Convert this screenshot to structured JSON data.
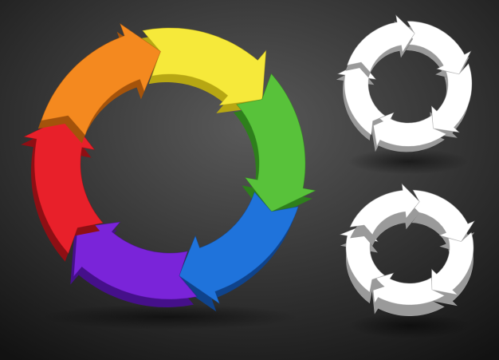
{
  "background": {
    "center_color": "#5a5a5a",
    "edge_color": "#121212",
    "floor_color": "#3a3a3a"
  },
  "large_cycle": {
    "segments": [
      {
        "name": "yellow-arrow",
        "color": "#f6e93a",
        "side_color": "#b7a713"
      },
      {
        "name": "green-arrow",
        "color": "#58c23a",
        "side_color": "#2e7f1c"
      },
      {
        "name": "blue-arrow",
        "color": "#1f73db",
        "side_color": "#0f438b"
      },
      {
        "name": "purple-arrow",
        "color": "#7a24d9",
        "side_color": "#45108a"
      },
      {
        "name": "red-arrow",
        "color": "#e8202a",
        "side_color": "#8e0f14"
      },
      {
        "name": "orange-arrow",
        "color": "#f4891f",
        "side_color": "#a4530b"
      }
    ]
  },
  "small_cycles": [
    {
      "name": "white-cycle-flat",
      "arrow_count": 5,
      "color": "#ffffff",
      "side_color": "#9a9a9a"
    },
    {
      "name": "white-cycle-tilted",
      "arrow_count": 5,
      "color": "#ffffff",
      "side_color": "#9a9a9a"
    }
  ]
}
